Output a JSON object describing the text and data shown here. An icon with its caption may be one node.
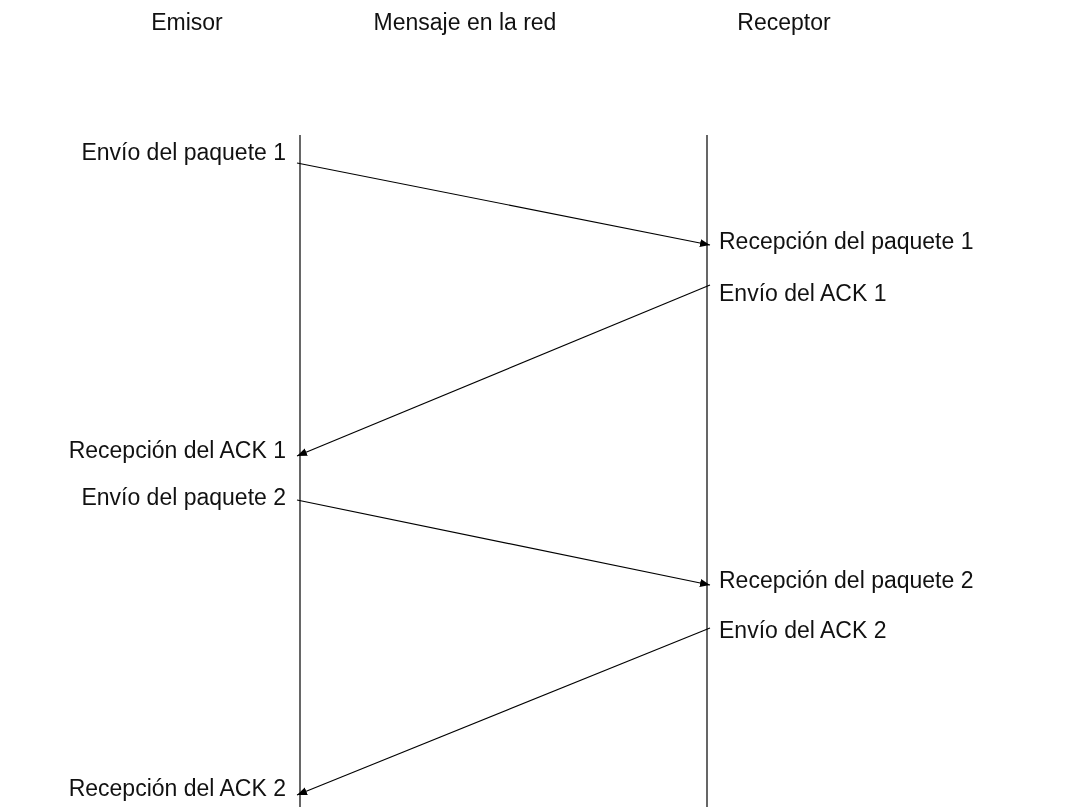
{
  "diagram": {
    "nodes": [
      {
        "text": [
          "Envío del paquete 1"
        ]
      },
      {
        "text": [
          "Recepción del paquete 1"
        ]
      },
      {
        "text": [
          "Envío del ACK 1"
        ]
      },
      {
        "text": [
          "Recepción del ACK 1"
        ]
      },
      {
        "text": [
          "Envío del paquete 2"
        ]
      },
      {
        "text": [
          "Recepción del paquete 2"
        ]
      },
      {
        "text": [
          "Envío del ACK 2"
        ]
      },
      {
        "text": [
          "Recepción del ACK 2"
        ]
      }
    ],
    "edges": [
      {
        "from": 0,
        "to": 1,
        "arrow": "to"
      },
      {
        "from": 2,
        "to": 3,
        "arrow": "to"
      },
      {
        "from": 4,
        "to": 5,
        "arrow": "to"
      },
      {
        "from": 6,
        "to": 7,
        "arrow": "to"
      }
    ],
    "labels": [
      "Emisor",
      "Mensaje en la red",
      "Receptor"
    ]
  }
}
